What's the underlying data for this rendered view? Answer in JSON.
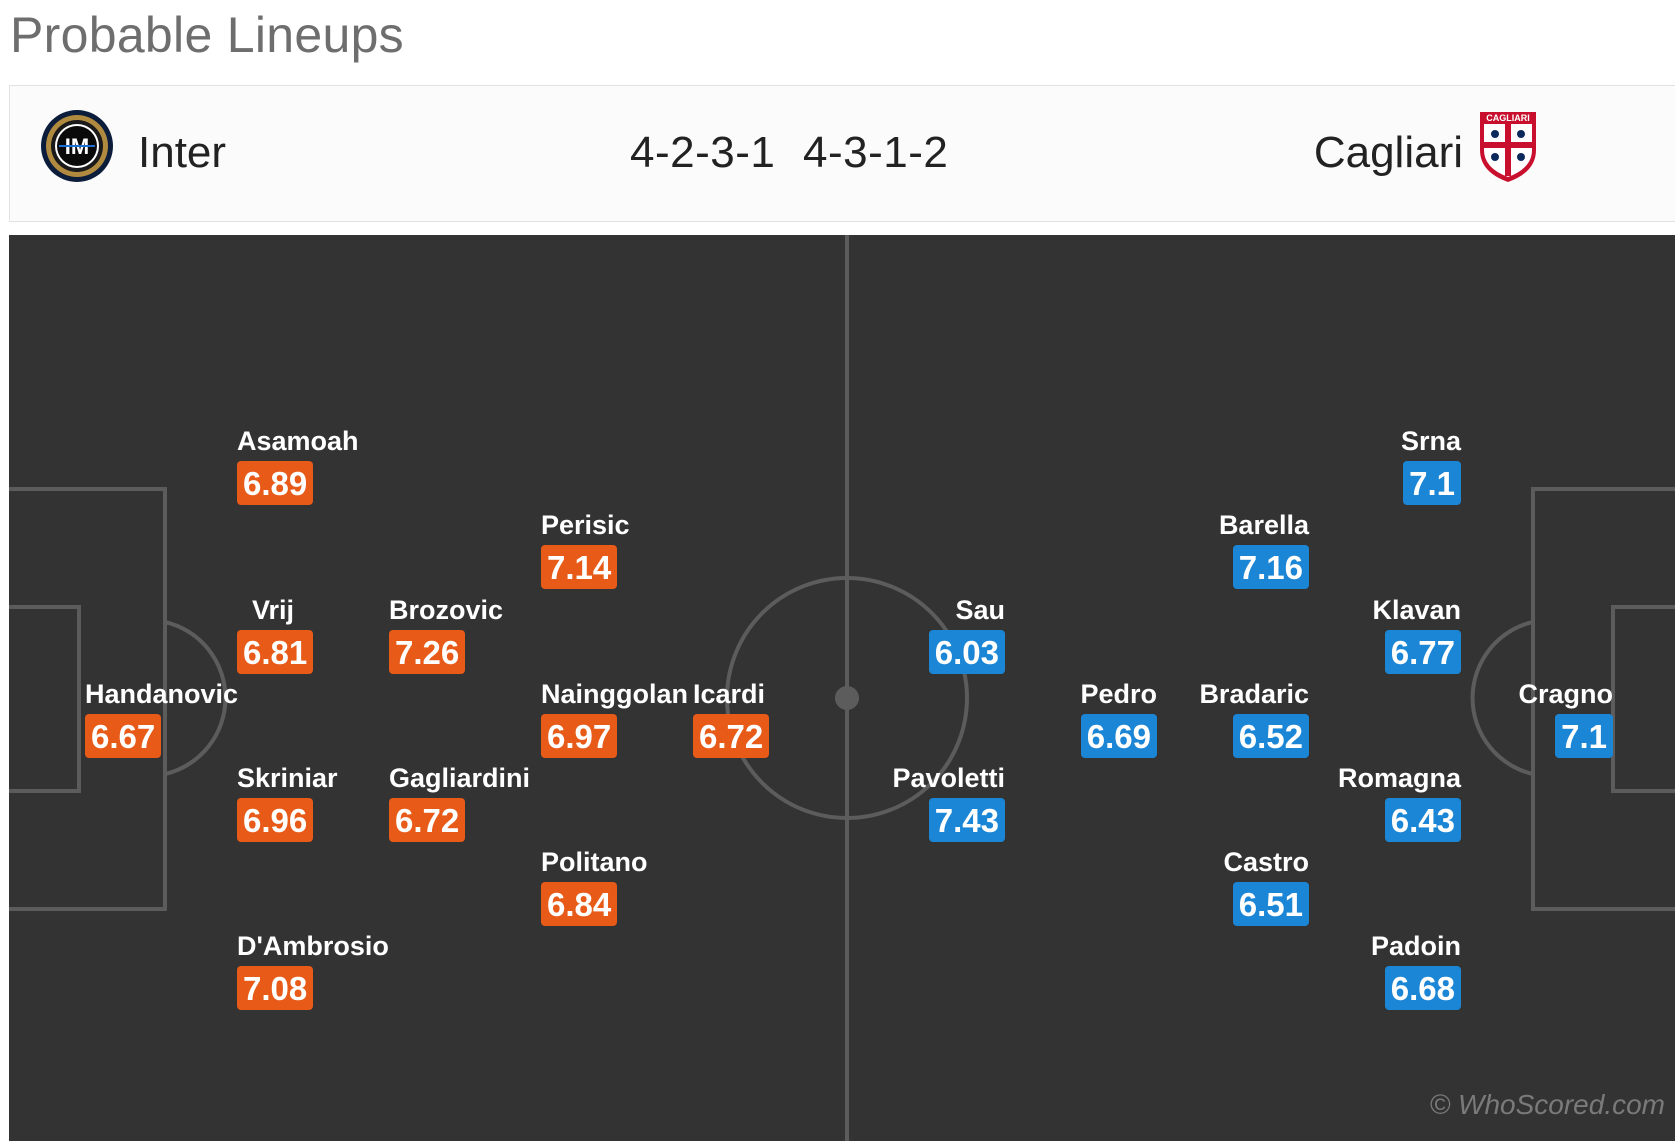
{
  "page_title": "Probable Lineups",
  "match": {
    "home": {
      "name": "Inter",
      "formation": "4-2-3-1",
      "crest_icon": "inter-crest-icon"
    },
    "away": {
      "name": "Cagliari",
      "formation": "4-3-1-2",
      "crest_icon": "cagliari-crest-icon",
      "crest_text": "CAGLIARI"
    }
  },
  "colors": {
    "home_rating": "#e85a17",
    "away_rating": "#1b86d6",
    "pitch": "#333333"
  },
  "home_players": [
    {
      "name": "Handanovic",
      "rating": "6.67"
    },
    {
      "name": "Asamoah",
      "rating": "6.89"
    },
    {
      "name": "Vrij",
      "rating": "6.81"
    },
    {
      "name": "Skriniar",
      "rating": "6.96"
    },
    {
      "name": "D'Ambrosio",
      "rating": "7.08"
    },
    {
      "name": "Brozovic",
      "rating": "7.26"
    },
    {
      "name": "Gagliardini",
      "rating": "6.72"
    },
    {
      "name": "Perisic",
      "rating": "7.14"
    },
    {
      "name": "Nainggolan",
      "rating": "6.97"
    },
    {
      "name": "Politano",
      "rating": "6.84"
    },
    {
      "name": "Icardi",
      "rating": "6.72"
    }
  ],
  "away_players": [
    {
      "name": "Cragno",
      "rating": "7.1"
    },
    {
      "name": "Srna",
      "rating": "7.1"
    },
    {
      "name": "Klavan",
      "rating": "6.77"
    },
    {
      "name": "Romagna",
      "rating": "6.43"
    },
    {
      "name": "Padoin",
      "rating": "6.68"
    },
    {
      "name": "Barella",
      "rating": "7.16"
    },
    {
      "name": "Bradaric",
      "rating": "6.52"
    },
    {
      "name": "Castro",
      "rating": "6.51"
    },
    {
      "name": "Pedro",
      "rating": "6.69"
    },
    {
      "name": "Sau",
      "rating": "6.03"
    },
    {
      "name": "Pavoletti",
      "rating": "7.43"
    }
  ],
  "watermark": "© WhoScored.com"
}
